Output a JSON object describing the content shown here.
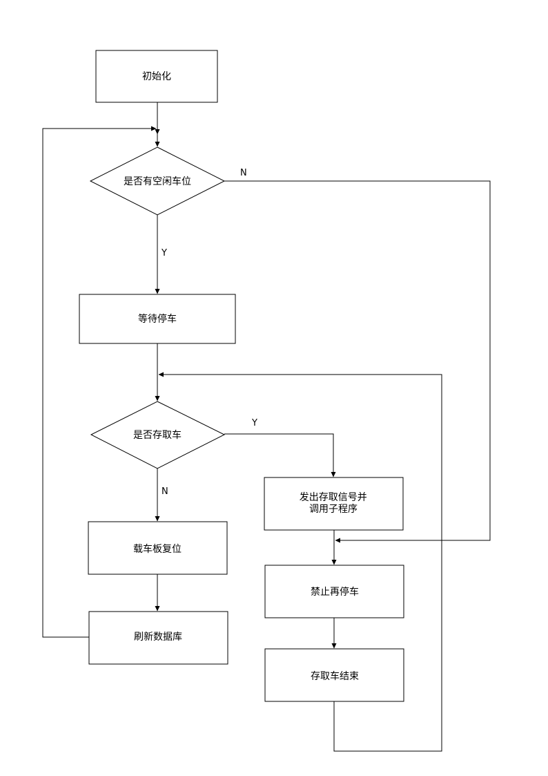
{
  "diagram": {
    "nodes": {
      "init": "初始化",
      "free_space": "是否有空闲车位",
      "wait_park": "等待停车",
      "store_retrieve": "是否存取车",
      "send_signal_line1": "发出存取信号并",
      "send_signal_line2": "调用子程序",
      "reset_plate": "载车板复位",
      "no_parking": "禁止再停车",
      "refresh_db": "刷新数据库",
      "store_end": "存取车结束"
    },
    "edge_labels": {
      "free_no": "N",
      "free_yes": "Y",
      "store_yes": "Y",
      "store_no": "N"
    }
  }
}
